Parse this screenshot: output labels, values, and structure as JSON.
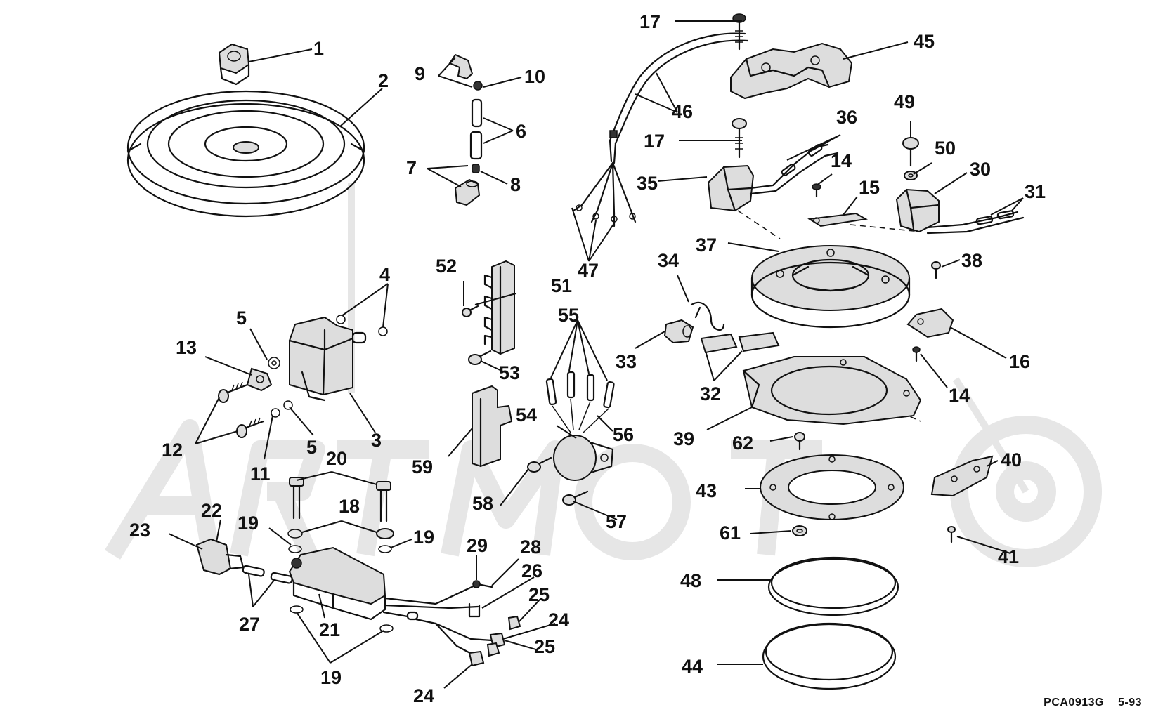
{
  "watermark": "ArtMoto",
  "footer": {
    "code": "PCA0913G",
    "date": "5-93"
  },
  "callouts": [
    {
      "id": "c1",
      "label": "1"
    },
    {
      "id": "c2",
      "label": "2"
    },
    {
      "id": "c3",
      "label": "3"
    },
    {
      "id": "c4",
      "label": "4"
    },
    {
      "id": "c5a",
      "label": "5"
    },
    {
      "id": "c5b",
      "label": "5"
    },
    {
      "id": "c6",
      "label": "6"
    },
    {
      "id": "c7",
      "label": "7"
    },
    {
      "id": "c8",
      "label": "8"
    },
    {
      "id": "c9",
      "label": "9"
    },
    {
      "id": "c10",
      "label": "10"
    },
    {
      "id": "c11",
      "label": "11"
    },
    {
      "id": "c12",
      "label": "12"
    },
    {
      "id": "c13",
      "label": "13"
    },
    {
      "id": "c14a",
      "label": "14"
    },
    {
      "id": "c14b",
      "label": "14"
    },
    {
      "id": "c15",
      "label": "15"
    },
    {
      "id": "c16",
      "label": "16"
    },
    {
      "id": "c17a",
      "label": "17"
    },
    {
      "id": "c17b",
      "label": "17"
    },
    {
      "id": "c18",
      "label": "18"
    },
    {
      "id": "c19a",
      "label": "19"
    },
    {
      "id": "c19b",
      "label": "19"
    },
    {
      "id": "c19c",
      "label": "19"
    },
    {
      "id": "c20",
      "label": "20"
    },
    {
      "id": "c21",
      "label": "21"
    },
    {
      "id": "c22",
      "label": "22"
    },
    {
      "id": "c23",
      "label": "23"
    },
    {
      "id": "c24a",
      "label": "24"
    },
    {
      "id": "c24b",
      "label": "24"
    },
    {
      "id": "c25a",
      "label": "25"
    },
    {
      "id": "c25b",
      "label": "25"
    },
    {
      "id": "c26",
      "label": "26"
    },
    {
      "id": "c27",
      "label": "27"
    },
    {
      "id": "c28",
      "label": "28"
    },
    {
      "id": "c29",
      "label": "29"
    },
    {
      "id": "c30",
      "label": "30"
    },
    {
      "id": "c31",
      "label": "31"
    },
    {
      "id": "c32",
      "label": "32"
    },
    {
      "id": "c33",
      "label": "33"
    },
    {
      "id": "c34",
      "label": "34"
    },
    {
      "id": "c35",
      "label": "35"
    },
    {
      "id": "c36",
      "label": "36"
    },
    {
      "id": "c37",
      "label": "37"
    },
    {
      "id": "c38",
      "label": "38"
    },
    {
      "id": "c39",
      "label": "39"
    },
    {
      "id": "c40",
      "label": "40"
    },
    {
      "id": "c41",
      "label": "41"
    },
    {
      "id": "c43",
      "label": "43"
    },
    {
      "id": "c44",
      "label": "44"
    },
    {
      "id": "c45",
      "label": "45"
    },
    {
      "id": "c46",
      "label": "46"
    },
    {
      "id": "c47",
      "label": "47"
    },
    {
      "id": "c48",
      "label": "48"
    },
    {
      "id": "c49",
      "label": "49"
    },
    {
      "id": "c50",
      "label": "50"
    },
    {
      "id": "c51",
      "label": "51"
    },
    {
      "id": "c52",
      "label": "52"
    },
    {
      "id": "c53",
      "label": "53"
    },
    {
      "id": "c54",
      "label": "54"
    },
    {
      "id": "c55",
      "label": "55"
    },
    {
      "id": "c56",
      "label": "56"
    },
    {
      "id": "c57",
      "label": "57"
    },
    {
      "id": "c58",
      "label": "58"
    },
    {
      "id": "c59",
      "label": "59"
    },
    {
      "id": "c61",
      "label": "61"
    },
    {
      "id": "c62",
      "label": "62"
    }
  ]
}
